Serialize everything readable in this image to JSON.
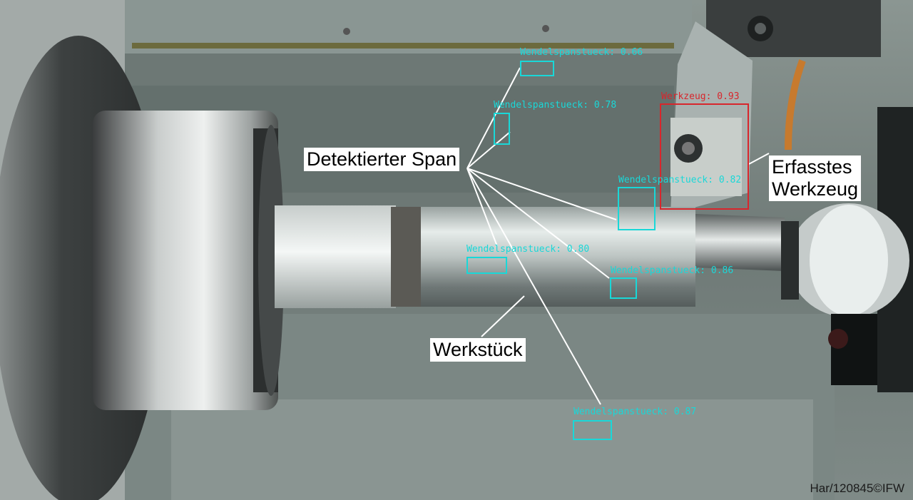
{
  "callouts": {
    "chip": "Detektierter Span",
    "tool_line1": "Erfasstes",
    "tool_line2": "Werkzeug",
    "workpiece": "Werkstück"
  },
  "detections": [
    {
      "label": "Wendelspanstueck: 0.66",
      "color": "#19d8d8"
    },
    {
      "label": "Wendelspanstueck: 0.78",
      "color": "#19d8d8"
    },
    {
      "label": "Wendelspanstueck: 0.82",
      "color": "#19d8d8"
    },
    {
      "label": "Wendelspanstueck: 0.80",
      "color": "#19d8d8"
    },
    {
      "label": "Wendelspanstueck: 0.86",
      "color": "#19d8d8"
    },
    {
      "label": "Wendelspanstueck: 0.87",
      "color": "#19d8d8"
    },
    {
      "label": "Werkzeug: 0.93",
      "color": "#d8262c"
    }
  ],
  "credit": "Har/120845©IFW"
}
